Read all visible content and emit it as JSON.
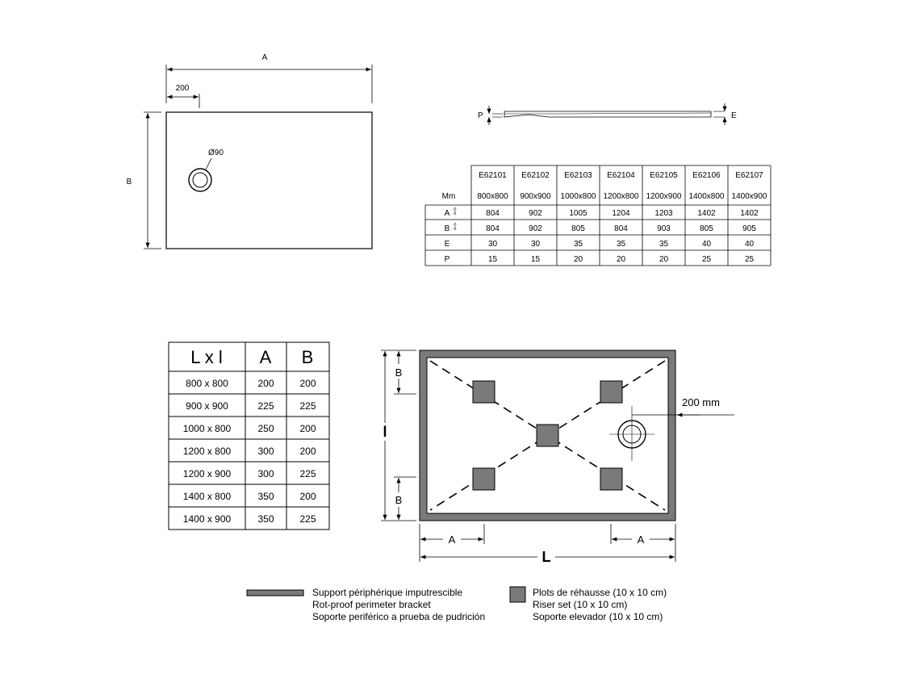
{
  "top_left": {
    "dim_a": "A",
    "dim_b": "B",
    "dim_200": "200",
    "drain": "Ø90"
  },
  "profile": {
    "p_label": "P",
    "e_label": "E"
  },
  "spec_table": {
    "unit_label": "Mm",
    "codes": [
      "E62101",
      "E62102",
      "E62103",
      "E62104",
      "E62105",
      "E62106",
      "E62107"
    ],
    "sizes": [
      "800x800",
      "900x900",
      "1000x800",
      "1200x800",
      "1200x900",
      "1400x800",
      "1400x900"
    ],
    "rows": [
      {
        "label": "A",
        "tol_top": "-0",
        "tol_bottom": "-5",
        "values": [
          "804",
          "902",
          "1005",
          "1204",
          "1203",
          "1402",
          "1402"
        ]
      },
      {
        "label": "B",
        "tol_top": "-0",
        "tol_bottom": "-5",
        "values": [
          "804",
          "902",
          "805",
          "804",
          "903",
          "805",
          "905"
        ]
      },
      {
        "label": "E",
        "values": [
          "30",
          "30",
          "35",
          "35",
          "35",
          "40",
          "40"
        ]
      },
      {
        "label": "P",
        "values": [
          "15",
          "15",
          "20",
          "20",
          "20",
          "25",
          "25"
        ]
      }
    ]
  },
  "size_table": {
    "headers": [
      "L x l",
      "A",
      "B"
    ],
    "rows": [
      [
        "800 x 800",
        "200",
        "200"
      ],
      [
        "900 x 900",
        "225",
        "225"
      ],
      [
        "1000 x 800",
        "250",
        "200"
      ],
      [
        "1200 x 800",
        "300",
        "200"
      ],
      [
        "1200 x 900",
        "300",
        "225"
      ],
      [
        "1400 x 800",
        "350",
        "200"
      ],
      [
        "1400 x 900",
        "350",
        "225"
      ]
    ]
  },
  "plan": {
    "label_b": "B",
    "label_l_small": "l",
    "label_a": "A",
    "label_l": "L",
    "label_200mm": "200 mm",
    "bracket_color": "#7a7a7a",
    "riser_color": "#7a7a7a"
  },
  "legend": {
    "bracket": [
      "Support périphérique imputrescible",
      "Rot-proof perimeter bracket",
      "Soporte periférico a prueba de pudrición"
    ],
    "riser": [
      "Plots de réhausse (10 x 10 cm)",
      "Riser set (10 x 10 cm)",
      "Soporte elevador (10 x 10 cm)"
    ]
  }
}
